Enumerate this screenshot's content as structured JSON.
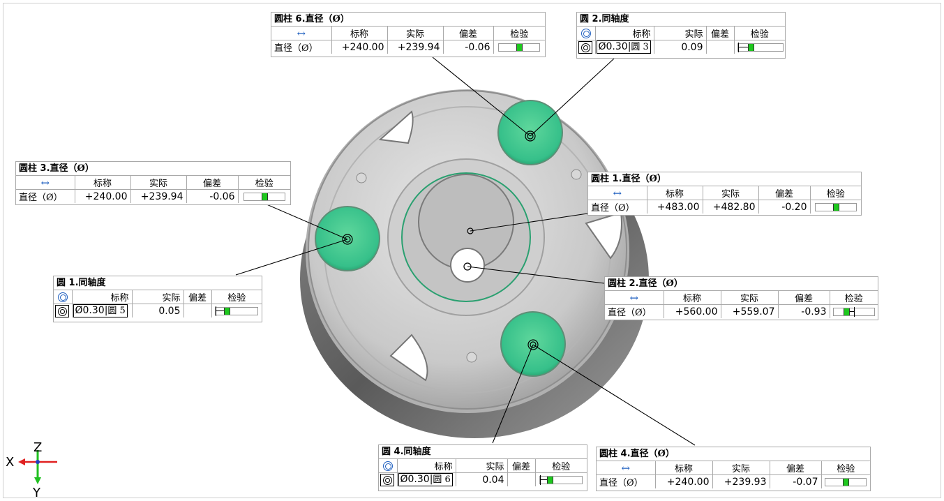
{
  "colors": {
    "pass_green": "#1ec81e",
    "scan_green": "#36c08a",
    "part_gray": "#9a9a9a",
    "icon_blue": "#2060c0",
    "axis_red": "#e02020",
    "axis_green": "#20c020"
  },
  "axes": {
    "z": "Z",
    "x": "X",
    "y": "Y"
  },
  "callouts": {
    "cyl6": {
      "type_label": "圆柱",
      "number": "6.",
      "measure": "直径（Ø）",
      "icon": "diameter-icon",
      "headers": [
        "标称",
        "实际",
        "偏差",
        "检验"
      ],
      "row_label": "直径（Ø）",
      "nominal": "+240.00",
      "actual": "+239.94",
      "deviation": "-0.06"
    },
    "circ2": {
      "type_label": "圆",
      "number": "2.",
      "measure": "同轴度",
      "icon": "coaxiality-icon",
      "headers": [
        "标称",
        "实际",
        "偏差",
        "检验"
      ],
      "tol": "Ø0.30",
      "ref": "圆 3",
      "actual": "0.09",
      "deviation": ""
    },
    "cyl3": {
      "type_label": "圆柱",
      "number": "3.",
      "measure": "直径（Ø）",
      "icon": "diameter-icon",
      "headers": [
        "标称",
        "实际",
        "偏差",
        "检验"
      ],
      "row_label": "直径（Ø）",
      "nominal": "+240.00",
      "actual": "+239.94",
      "deviation": "-0.06"
    },
    "cyl1": {
      "type_label": "圆柱",
      "number": "1.",
      "measure": "直径（Ø）",
      "icon": "diameter-icon",
      "headers": [
        "标称",
        "实际",
        "偏差",
        "检验"
      ],
      "row_label": "直径（Ø）",
      "nominal": "+483.00",
      "actual": "+482.80",
      "deviation": "-0.20"
    },
    "circ1": {
      "type_label": "圆",
      "number": "1.",
      "measure": "同轴度",
      "icon": "coaxiality-icon",
      "headers": [
        "标称",
        "实际",
        "偏差",
        "检验"
      ],
      "tol": "Ø0.30",
      "ref": "圆 5",
      "actual": "0.05",
      "deviation": ""
    },
    "cyl2": {
      "type_label": "圆柱",
      "number": "2.",
      "measure": "直径（Ø）",
      "icon": "diameter-icon",
      "headers": [
        "标称",
        "实际",
        "偏差",
        "检验"
      ],
      "row_label": "直径（Ø）",
      "nominal": "+560.00",
      "actual": "+559.07",
      "deviation": "-0.93"
    },
    "circ4": {
      "type_label": "圆",
      "number": "4.",
      "measure": "同轴度",
      "icon": "coaxiality-icon",
      "headers": [
        "标称",
        "实际",
        "偏差",
        "检验"
      ],
      "tol": "Ø0.30",
      "ref": "圆 6",
      "actual": "0.04",
      "deviation": ""
    },
    "cyl4": {
      "type_label": "圆柱",
      "number": "4.",
      "measure": "直径（Ø）",
      "icon": "diameter-icon",
      "headers": [
        "标称",
        "实际",
        "偏差",
        "检验"
      ],
      "row_label": "直径（Ø）",
      "nominal": "+240.00",
      "actual": "+239.93",
      "deviation": "-0.07"
    }
  }
}
